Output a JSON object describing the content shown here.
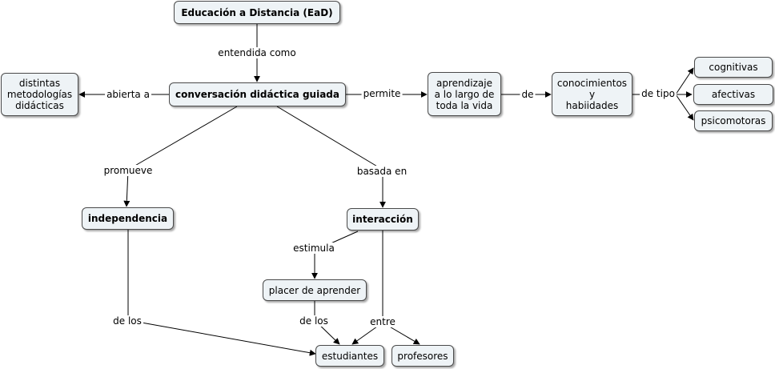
{
  "nodes": {
    "ead": "Educación a Distancia (EaD)",
    "conversacion": "conversación didáctica guiada",
    "metodologias": "distintas\nmetodologías\ndidácticas",
    "aprendizaje": "aprendizaje\na lo largo de\ntoda la vida",
    "conocimientos": "conocimientos\ny\nhabiidades",
    "cognitivas": "cognitivas",
    "afectivas": "afectivas",
    "psicomotoras": "psicomotoras",
    "independencia": "independencia",
    "interaccion": "interacción",
    "placer": "placer de aprender",
    "estudiantes": "estudiantes",
    "profesores": "profesores"
  },
  "links": {
    "entendida_como": "entendida como",
    "abierta_a": "abierta a",
    "permite": "permite",
    "de": "de",
    "de_tipo": "de tipo",
    "promueve": "promueve",
    "basada_en": "basada en",
    "estimula": "estimula",
    "de_los_1": "de los",
    "de_los_2": "de los",
    "entre": "entre"
  }
}
